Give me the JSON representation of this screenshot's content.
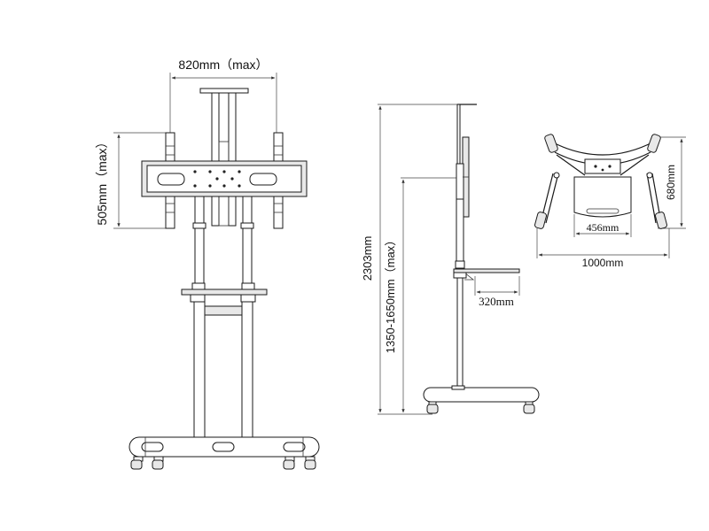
{
  "front_view": {
    "width_label": "820mm（max）",
    "height_label": "505mm（max）"
  },
  "side_view": {
    "total_height_label": "2303mm",
    "adjust_label": "1350-1650mm（max）",
    "shelf_label": "320mm"
  },
  "top_view": {
    "depth_label": "680mm",
    "shelf_width_label": "456mm",
    "base_width_label": "1000mm"
  }
}
